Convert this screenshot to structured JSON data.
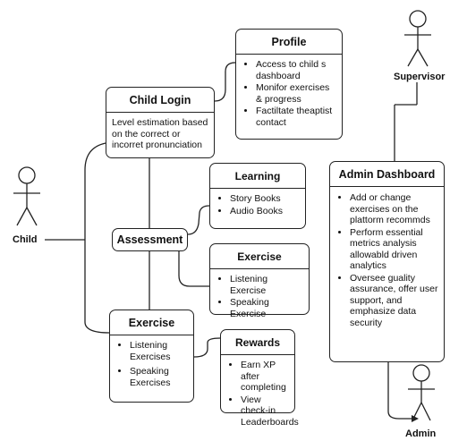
{
  "actors": {
    "child": "Child",
    "supervisor": "Supervisor",
    "admin": "Admin"
  },
  "profile": {
    "title": "Profile",
    "items": [
      "Access to child s dashboard",
      "Monifor exercises & progress",
      "Factiltate theaptist contact"
    ]
  },
  "child_login": {
    "title": "Child Login",
    "text": "Level estimation based on the correct or incorret pronunciation"
  },
  "learning": {
    "title": "Learning",
    "items": [
      "Story Books",
      "Audio Books"
    ]
  },
  "assessment": {
    "title": "Assessment"
  },
  "exercise_right": {
    "title": "Exercise",
    "items": [
      "Listening Exercise",
      "Speaking Exercise"
    ]
  },
  "exercise_left": {
    "title": "Exercise",
    "items": [
      "Listening Exercises",
      "Speaking Exercises"
    ]
  },
  "rewards": {
    "title": "Rewards",
    "items": [
      "Earn XP after completing",
      "View check-in Leaderboards"
    ]
  },
  "admin_dashboard": {
    "title": "Admin Dashboard",
    "items": [
      "Add or change exercises on the plattorm recommds",
      "Perform essential metrics analysis allowabld driven analytics",
      "Oversee guality assurance, offer user support, and emphasize data security"
    ]
  }
}
